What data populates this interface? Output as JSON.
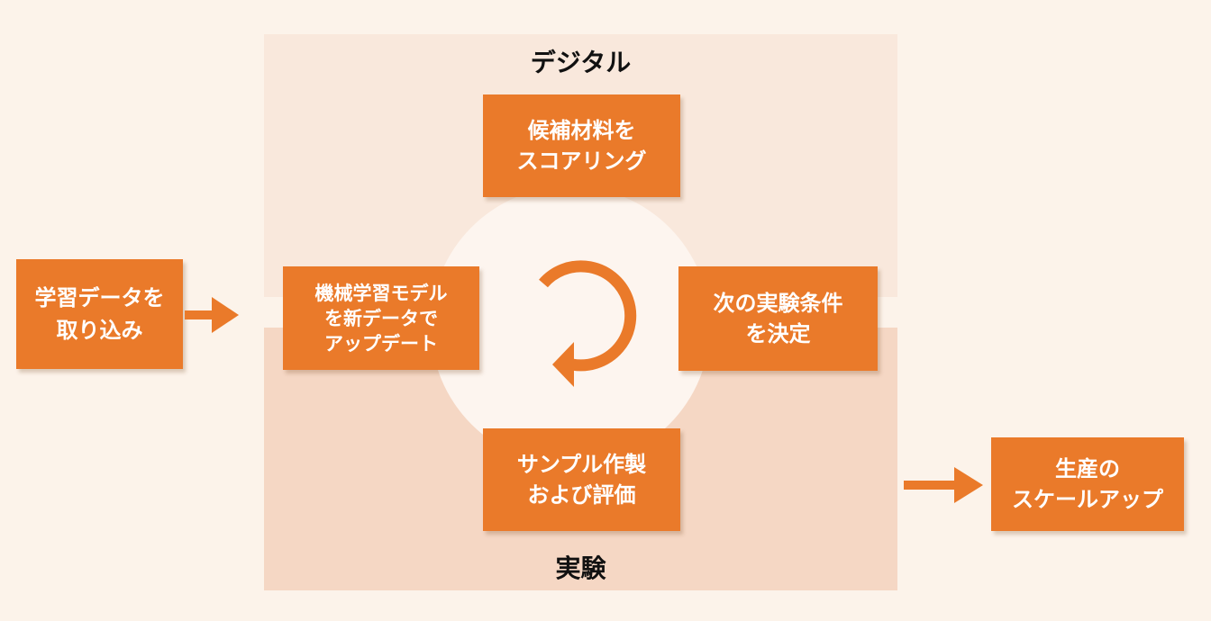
{
  "zones": {
    "digital": "デジタル",
    "experiment": "実験"
  },
  "boxes": {
    "score": [
      "候補材料を",
      "スコアリング"
    ],
    "update": [
      "機械学習モデル",
      "を新データで",
      "アップデート"
    ],
    "next": [
      "次の実験条件",
      "を決定"
    ],
    "sample": [
      "サンプル作製",
      "および評価"
    ],
    "import": [
      "学習データを",
      "取り込み"
    ],
    "scaleup": [
      "生産の",
      "スケールアップ"
    ]
  },
  "icons": {
    "cycle": "cycle-arrow-icon",
    "arrow_in": "arrow-right-icon",
    "arrow_out": "arrow-right-icon"
  },
  "colors": {
    "box": "#ea7a2a",
    "digital_zone": "#f9e8dc",
    "experiment_zone": "#f5d7c4",
    "background": "#fcf3ea",
    "circle": "#fdf5ef"
  }
}
